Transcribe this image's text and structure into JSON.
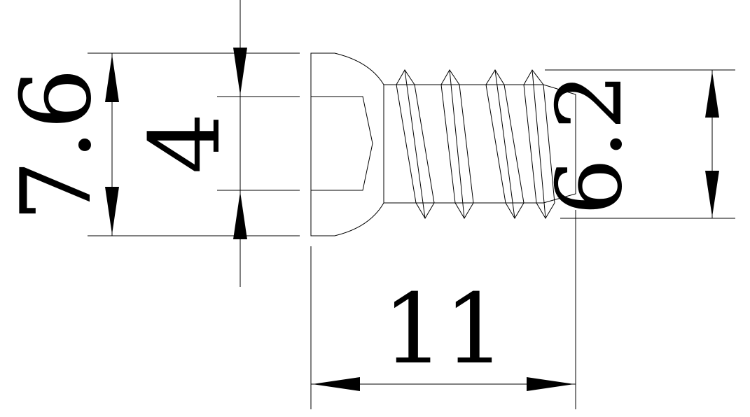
{
  "dimensions": {
    "head_diameter": "7.6",
    "slot_width": "4",
    "thread_diameter": "6.2",
    "overall_length": "11"
  },
  "colors": {
    "line": "#000000",
    "background": "#ffffff"
  }
}
